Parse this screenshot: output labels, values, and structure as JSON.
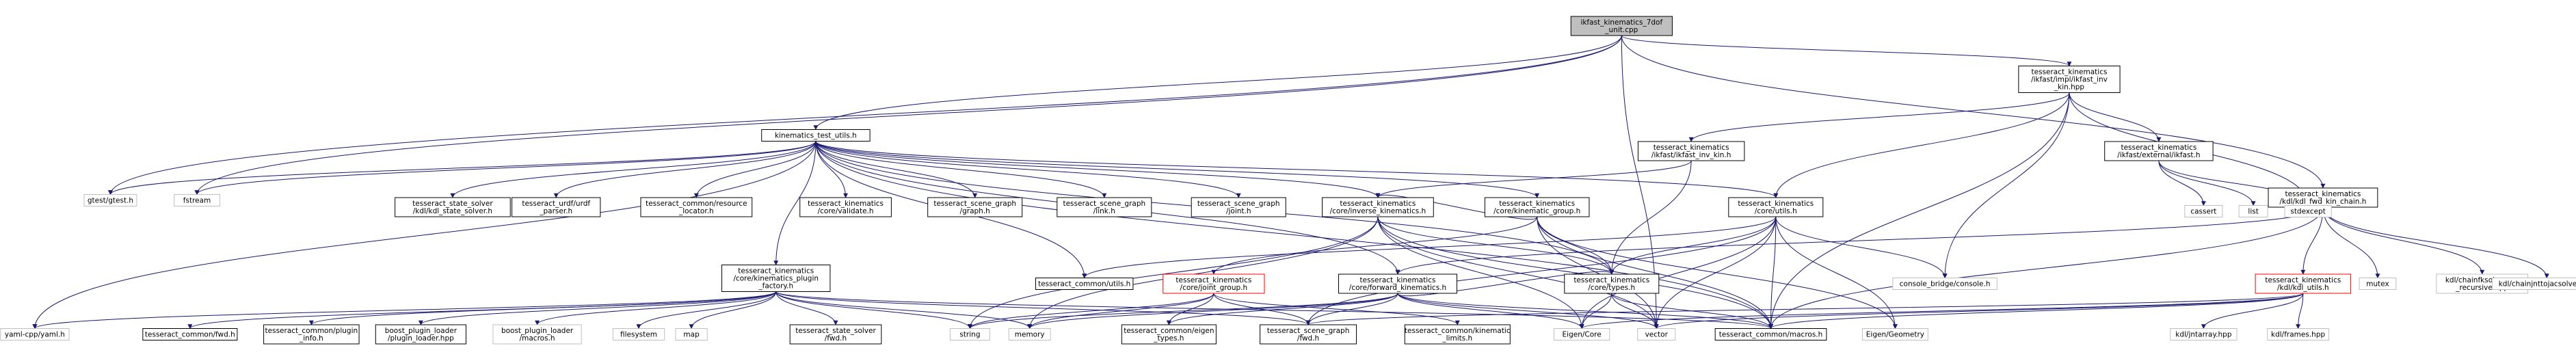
{
  "diagram": {
    "nodes": [
      {
        "id": "root",
        "lines": [
          "ikfast_kinematics_7dof",
          "_unit.cpp"
        ],
        "style": "root"
      },
      {
        "id": "ktu",
        "lines": [
          "kinematics_test_utils.h"
        ],
        "style": "normal"
      },
      {
        "id": "ikfast_inv_impl",
        "lines": [
          "tesseract_kinematics",
          "/ikfast/impl/ikfast_inv",
          "_kin.hpp"
        ],
        "style": "normal"
      },
      {
        "id": "kdl_fwd",
        "lines": [
          "tesseract_kinematics",
          "/kdl/kdl_fwd_kin_chain.h"
        ],
        "style": "normal"
      },
      {
        "id": "ikfast_inv_kin",
        "lines": [
          "tesseract_kinematics",
          "/ikfast/ikfast_inv_kin.h"
        ],
        "style": "normal"
      },
      {
        "id": "ikfast_ext",
        "lines": [
          "tesseract_kinematics",
          "/ikfast/external/ikfast.h"
        ],
        "style": "normal"
      },
      {
        "id": "gtest",
        "lines": [
          "gtest/gtest.h"
        ],
        "style": "system"
      },
      {
        "id": "fstream",
        "lines": [
          "fstream"
        ],
        "style": "system"
      },
      {
        "id": "kdl_state_solver",
        "lines": [
          "tesseract_state_solver",
          "/kdl/kdl_state_solver.h"
        ],
        "style": "normal"
      },
      {
        "id": "urdf_parser",
        "lines": [
          "tesseract_urdf/urdf",
          "_parser.h"
        ],
        "style": "normal"
      },
      {
        "id": "resource_locator",
        "lines": [
          "tesseract_common/resource",
          "_locator.h"
        ],
        "style": "normal"
      },
      {
        "id": "validate",
        "lines": [
          "tesseract_kinematics",
          "/core/validate.h"
        ],
        "style": "normal"
      },
      {
        "id": "sg_graph",
        "lines": [
          "tesseract_scene_graph",
          "/graph.h"
        ],
        "style": "normal"
      },
      {
        "id": "sg_link",
        "lines": [
          "tesseract_scene_graph",
          "/link.h"
        ],
        "style": "normal"
      },
      {
        "id": "sg_joint",
        "lines": [
          "tesseract_scene_graph",
          "/joint.h"
        ],
        "style": "normal"
      },
      {
        "id": "inv_kin",
        "lines": [
          "tesseract_kinematics",
          "/core/inverse_kinematics.h"
        ],
        "style": "normal"
      },
      {
        "id": "kin_group",
        "lines": [
          "tesseract_kinematics",
          "/core/kinematic_group.h"
        ],
        "style": "normal"
      },
      {
        "id": "core_utils",
        "lines": [
          "tesseract_kinematics",
          "/core/utils.h"
        ],
        "style": "normal"
      },
      {
        "id": "cassert",
        "lines": [
          "cassert"
        ],
        "style": "system"
      },
      {
        "id": "list",
        "lines": [
          "list"
        ],
        "style": "system"
      },
      {
        "id": "stdexcept",
        "lines": [
          "stdexcept"
        ],
        "style": "system"
      },
      {
        "id": "plugin_factory",
        "lines": [
          "tesseract_kinematics",
          "/core/kinematics_plugin",
          "_factory.h"
        ],
        "style": "normal"
      },
      {
        "id": "common_utils",
        "lines": [
          "tesseract_common/utils.h"
        ],
        "style": "normal"
      },
      {
        "id": "joint_group",
        "lines": [
          "tesseract_kinematics",
          "/core/joint_group.h"
        ],
        "style": "truncated"
      },
      {
        "id": "fwd_kin",
        "lines": [
          "tesseract_kinematics",
          "/core/forward_kinematics.h"
        ],
        "style": "normal"
      },
      {
        "id": "core_types",
        "lines": [
          "tesseract_kinematics",
          "/core/types.h"
        ],
        "style": "normal"
      },
      {
        "id": "console_bridge",
        "lines": [
          "console_bridge/console.h"
        ],
        "style": "system"
      },
      {
        "id": "kdl_utils",
        "lines": [
          "tesseract_kinematics",
          "/kdl/kdl_utils.h"
        ],
        "style": "truncated"
      },
      {
        "id": "mutex",
        "lines": [
          "mutex"
        ],
        "style": "system"
      },
      {
        "id": "chainfk",
        "lines": [
          "kdl/chainfksolverpos",
          "_recursive.hpp"
        ],
        "style": "system"
      },
      {
        "id": "chainjnt",
        "lines": [
          "kdl/chainjnttojacsolver.hpp"
        ],
        "style": "system"
      },
      {
        "id": "yaml",
        "lines": [
          "yaml-cpp/yaml.h"
        ],
        "style": "system"
      },
      {
        "id": "common_fwd",
        "lines": [
          "tesseract_common/fwd.h"
        ],
        "style": "normal"
      },
      {
        "id": "plugin_info",
        "lines": [
          "tesseract_common/plugin",
          "_info.h"
        ],
        "style": "normal"
      },
      {
        "id": "boost_loader",
        "lines": [
          "boost_plugin_loader",
          "/plugin_loader.hpp"
        ],
        "style": "normal"
      },
      {
        "id": "boost_macros",
        "lines": [
          "boost_plugin_loader",
          "/macros.h"
        ],
        "style": "system"
      },
      {
        "id": "filesystem",
        "lines": [
          "filesystem"
        ],
        "style": "system"
      },
      {
        "id": "map",
        "lines": [
          "map"
        ],
        "style": "system"
      },
      {
        "id": "ss_fwd",
        "lines": [
          "tesseract_state_solver",
          "/fwd.h"
        ],
        "style": "normal"
      },
      {
        "id": "string",
        "lines": [
          "string"
        ],
        "style": "system"
      },
      {
        "id": "memory",
        "lines": [
          "memory"
        ],
        "style": "system"
      },
      {
        "id": "eigen_types",
        "lines": [
          "tesseract_common/eigen",
          "_types.h"
        ],
        "style": "normal"
      },
      {
        "id": "sg_fwd",
        "lines": [
          "tesseract_scene_graph",
          "/fwd.h"
        ],
        "style": "normal"
      },
      {
        "id": "kin_limits",
        "lines": [
          "tesseract_common/kinematic",
          "_limits.h"
        ],
        "style": "normal"
      },
      {
        "id": "eigen_core",
        "lines": [
          "Eigen/Core"
        ],
        "style": "system"
      },
      {
        "id": "vector",
        "lines": [
          "vector"
        ],
        "style": "system"
      },
      {
        "id": "common_macros",
        "lines": [
          "tesseract_common/macros.h"
        ],
        "style": "normal"
      },
      {
        "id": "eigen_geom",
        "lines": [
          "Eigen/Geometry"
        ],
        "style": "system"
      },
      {
        "id": "jntarray",
        "lines": [
          "kdl/jntarray.hpp"
        ],
        "style": "system"
      },
      {
        "id": "frames",
        "lines": [
          "kdl/frames.hpp"
        ],
        "style": "system"
      }
    ],
    "edges": [
      [
        "root",
        "ktu"
      ],
      [
        "root",
        "ikfast_inv_impl"
      ],
      [
        "root",
        "kdl_fwd"
      ],
      [
        "root",
        "gtest"
      ],
      [
        "root",
        "fstream"
      ],
      [
        "root",
        "vector"
      ],
      [
        "ktu",
        "gtest"
      ],
      [
        "ktu",
        "fstream"
      ],
      [
        "ktu",
        "kdl_state_solver"
      ],
      [
        "ktu",
        "urdf_parser"
      ],
      [
        "ktu",
        "resource_locator"
      ],
      [
        "ktu",
        "validate"
      ],
      [
        "ktu",
        "sg_graph"
      ],
      [
        "ktu",
        "sg_link"
      ],
      [
        "ktu",
        "sg_joint"
      ],
      [
        "ktu",
        "inv_kin"
      ],
      [
        "ktu",
        "kin_group"
      ],
      [
        "ktu",
        "core_utils"
      ],
      [
        "ktu",
        "plugin_factory"
      ],
      [
        "ktu",
        "common_utils"
      ],
      [
        "ktu",
        "fwd_kin"
      ],
      [
        "ktu",
        "yaml"
      ],
      [
        "ktu",
        "core_types"
      ],
      [
        "ktu",
        "common_macros"
      ],
      [
        "ikfast_inv_impl",
        "ikfast_inv_kin"
      ],
      [
        "ikfast_inv_impl",
        "ikfast_ext"
      ],
      [
        "ikfast_inv_impl",
        "core_utils"
      ],
      [
        "ikfast_inv_impl",
        "console_bridge"
      ],
      [
        "ikfast_inv_impl",
        "stdexcept"
      ],
      [
        "ikfast_inv_impl",
        "common_macros"
      ],
      [
        "ikfast_inv_kin",
        "inv_kin"
      ],
      [
        "ikfast_inv_kin",
        "core_types"
      ],
      [
        "ikfast_ext",
        "cassert"
      ],
      [
        "ikfast_ext",
        "list"
      ],
      [
        "ikfast_ext",
        "stdexcept"
      ],
      [
        "kdl_fwd",
        "fwd_kin"
      ],
      [
        "kdl_fwd",
        "kdl_utils"
      ],
      [
        "kdl_fwd",
        "mutex"
      ],
      [
        "kdl_fwd",
        "chainfk"
      ],
      [
        "kdl_fwd",
        "chainjnt"
      ],
      [
        "kdl_fwd",
        "common_macros"
      ],
      [
        "inv_kin",
        "core_types"
      ],
      [
        "inv_kin",
        "memory"
      ],
      [
        "inv_kin",
        "string"
      ],
      [
        "inv_kin",
        "vector"
      ],
      [
        "inv_kin",
        "eigen_core"
      ],
      [
        "inv_kin",
        "common_macros"
      ],
      [
        "kin_group",
        "joint_group"
      ],
      [
        "kin_group",
        "core_types"
      ],
      [
        "kin_group",
        "inv_kin"
      ],
      [
        "kin_group",
        "vector"
      ],
      [
        "kin_group",
        "common_macros"
      ],
      [
        "kin_group",
        "eigen_geom"
      ],
      [
        "core_utils",
        "console_bridge"
      ],
      [
        "core_utils",
        "core_types"
      ],
      [
        "core_utils",
        "common_utils"
      ],
      [
        "core_utils",
        "vector"
      ],
      [
        "core_utils",
        "eigen_core"
      ],
      [
        "core_utils",
        "eigen_geom"
      ],
      [
        "core_utils",
        "common_macros"
      ],
      [
        "core_utils",
        "sg_fwd"
      ],
      [
        "plugin_factory",
        "yaml"
      ],
      [
        "plugin_factory",
        "common_fwd"
      ],
      [
        "plugin_factory",
        "plugin_info"
      ],
      [
        "plugin_factory",
        "boost_loader"
      ],
      [
        "plugin_factory",
        "boost_macros"
      ],
      [
        "plugin_factory",
        "filesystem"
      ],
      [
        "plugin_factory",
        "map"
      ],
      [
        "plugin_factory",
        "ss_fwd"
      ],
      [
        "plugin_factory",
        "string"
      ],
      [
        "plugin_factory",
        "memory"
      ],
      [
        "plugin_factory",
        "common_macros"
      ],
      [
        "plugin_factory",
        "sg_fwd"
      ],
      [
        "joint_group",
        "string"
      ],
      [
        "joint_group",
        "memory"
      ],
      [
        "joint_group",
        "eigen_types"
      ],
      [
        "joint_group",
        "sg_fwd"
      ],
      [
        "joint_group",
        "kin_limits"
      ],
      [
        "fwd_kin",
        "core_types"
      ],
      [
        "fwd_kin",
        "memory"
      ],
      [
        "fwd_kin",
        "eigen_types"
      ],
      [
        "fwd_kin",
        "sg_fwd"
      ],
      [
        "fwd_kin",
        "string"
      ],
      [
        "fwd_kin",
        "vector"
      ],
      [
        "fwd_kin",
        "eigen_core"
      ],
      [
        "fwd_kin",
        "common_macros"
      ],
      [
        "core_types",
        "eigen_core"
      ],
      [
        "core_types",
        "vector"
      ],
      [
        "core_types",
        "common_macros"
      ],
      [
        "kdl_utils",
        "jntarray"
      ],
      [
        "kdl_utils",
        "frames"
      ],
      [
        "kdl_utils",
        "vector"
      ],
      [
        "kdl_utils",
        "sg_fwd"
      ],
      [
        "kdl_utils",
        "common_macros"
      ],
      [
        "kdl_utils",
        "eigen_core"
      ]
    ]
  }
}
